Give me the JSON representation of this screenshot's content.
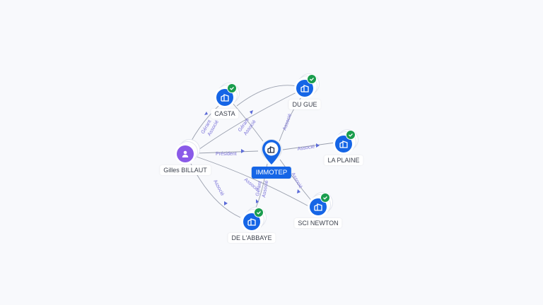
{
  "colors": {
    "company": "#1565e6",
    "person": "#8a5ae8",
    "verified": "#1a9d4d",
    "edge": "#9aa0ae",
    "edge_label": "#7a72d8"
  },
  "nodes": {
    "immotep": {
      "label": "IMMOTEP",
      "icon": "building-icon"
    },
    "casta": {
      "label": "CASTA",
      "icon": "building-icon"
    },
    "dugue": {
      "label": "DU GUE",
      "icon": "building-icon"
    },
    "la_plaine": {
      "label": "LA PLAINE",
      "icon": "building-icon"
    },
    "sci_newton": {
      "label": "SCI NEWTON",
      "icon": "building-icon"
    },
    "de_labbaye": {
      "label": "DE L'ABBAYE",
      "icon": "building-icon"
    },
    "gilles_billaut": {
      "label": "Gilles BILLAUT",
      "icon": "person-icon"
    }
  },
  "edge_labels": {
    "gerant": "Gérant",
    "associe": "Associé",
    "president": "Président"
  }
}
